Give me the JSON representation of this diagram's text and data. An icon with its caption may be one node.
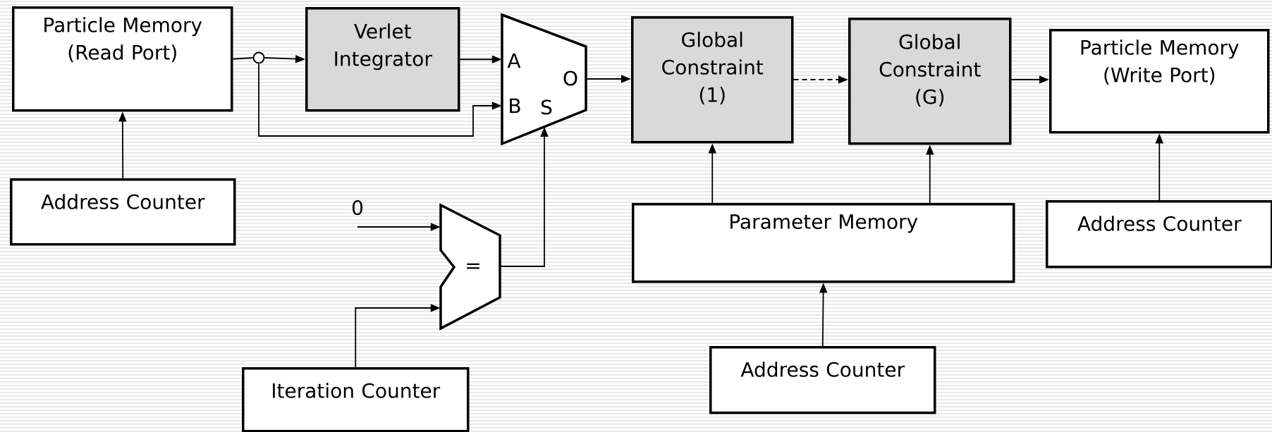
{
  "diagram": {
    "nodes": [
      {
        "text": [
          "Particle Memory (Read Port)"
        ]
      },
      {
        "text": [
          "Verlet Integrator"
        ]
      },
      {
        "text": [
          "A",
          "B",
          "S",
          "O"
        ]
      },
      {
        "text": [
          "Global Constraint (1)"
        ]
      },
      {
        "text": [
          "Global Constraint (G)"
        ]
      },
      {
        "text": [
          "Particle Memory (Write Port)"
        ]
      },
      {
        "text": [
          "Address Counter"
        ]
      },
      {
        "text": [
          "="
        ]
      },
      {
        "text": [
          "0"
        ]
      },
      {
        "text": [
          "Parameter Memory"
        ]
      },
      {
        "text": [
          "Address Counter"
        ]
      },
      {
        "text": [
          "Iteration Counter"
        ]
      },
      {
        "text": [
          "Address Counter"
        ]
      },
      {
        "text": [],
        "shape": "circle"
      }
    ],
    "edges": [
      {
        "from": 0,
        "to": 13,
        "arrow": "none"
      },
      {
        "from": 13,
        "to": 1,
        "arrow": "to"
      },
      {
        "from": 1,
        "to": 2,
        "arrow": "to"
      },
      {
        "from": 13,
        "to": 2,
        "arrow": "to"
      },
      {
        "from": 2,
        "to": 3,
        "arrow": "to"
      },
      {
        "from": 3,
        "to": 4,
        "arrow": "to",
        "style": "dashed"
      },
      {
        "from": 4,
        "to": 5,
        "arrow": "to"
      },
      {
        "from": 6,
        "to": 0,
        "arrow": "to"
      },
      {
        "from": 9,
        "to": 3,
        "arrow": "to"
      },
      {
        "from": 9,
        "to": 4,
        "arrow": "to"
      },
      {
        "from": 10,
        "to": 5,
        "arrow": "to"
      },
      {
        "from": 12,
        "to": 9,
        "arrow": "to"
      },
      {
        "from": 8,
        "to": 7,
        "arrow": "to"
      },
      {
        "from": 11,
        "to": 7,
        "arrow": "to"
      },
      {
        "from": 7,
        "to": 2,
        "arrow": "to"
      }
    ]
  }
}
